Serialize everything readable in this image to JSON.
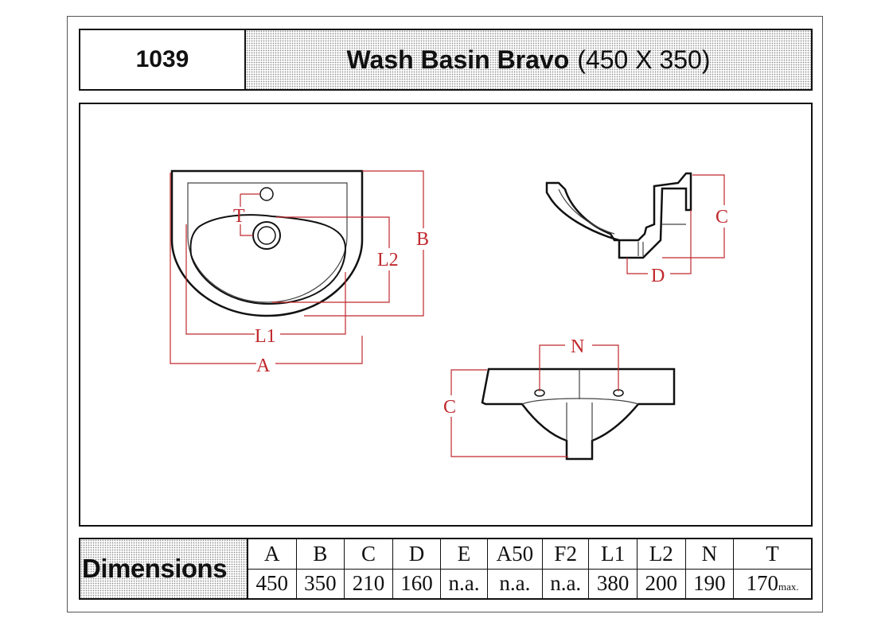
{
  "header": {
    "code": "1039",
    "title": "Wash Basin Bravo",
    "size": "(450 X 350)"
  },
  "drawing": {
    "labels": {
      "A": "A",
      "B": "B",
      "L1": "L1",
      "L2": "L2",
      "T": "T",
      "C_side": "C",
      "D": "D",
      "N": "N",
      "C_front": "C"
    },
    "colors": {
      "dimension": "#c0282d",
      "outline": "#111111"
    }
  },
  "dimensions": {
    "label": "Dimensions",
    "columns": [
      "A",
      "B",
      "C",
      "D",
      "E",
      "A50",
      "F2",
      "L1",
      "L2",
      "N",
      "T"
    ],
    "values": [
      "450",
      "350",
      "210",
      "160",
      "n.a.",
      "n.a.",
      "n.a.",
      "380",
      "200",
      "190",
      "170"
    ],
    "t_unit": "max."
  }
}
